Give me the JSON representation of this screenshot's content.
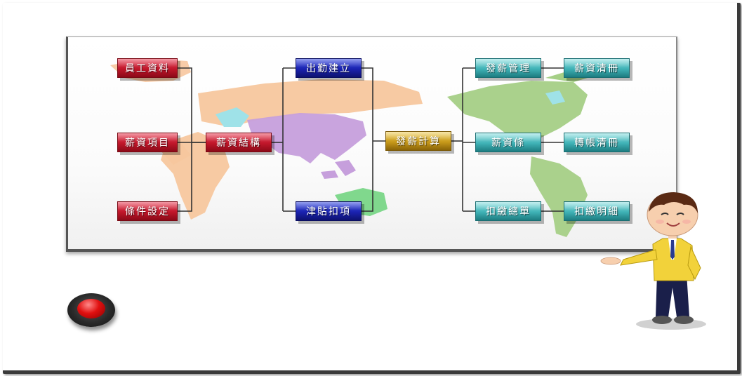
{
  "nodes": {
    "employee_data": "員工資料",
    "salary_items": "薪資項目",
    "condition_setting": "條件設定",
    "salary_structure": "薪資結構",
    "attendance_setup": "出勤建立",
    "allowance_deduction": "津貼扣項",
    "payroll_calc": "發薪計算",
    "payroll_mgmt": "發薪管理",
    "salary_list": "薪資清冊",
    "salary_sheet": "薪資條",
    "transfer_list": "轉帳清冊",
    "withholding_report": "扣繳總單",
    "withholding_detail": "扣繳明細"
  },
  "colors": {
    "input_nodes": "#c0162a",
    "process_nodes": "#1a22b0",
    "calc_node": "#c89a1a",
    "output_nodes": "#3fb2b6",
    "connector": "#333333"
  },
  "icons": {
    "play_button": "red-round-button-icon",
    "presenter": "presenter-character-icon",
    "background_map": "world-map-icon"
  }
}
